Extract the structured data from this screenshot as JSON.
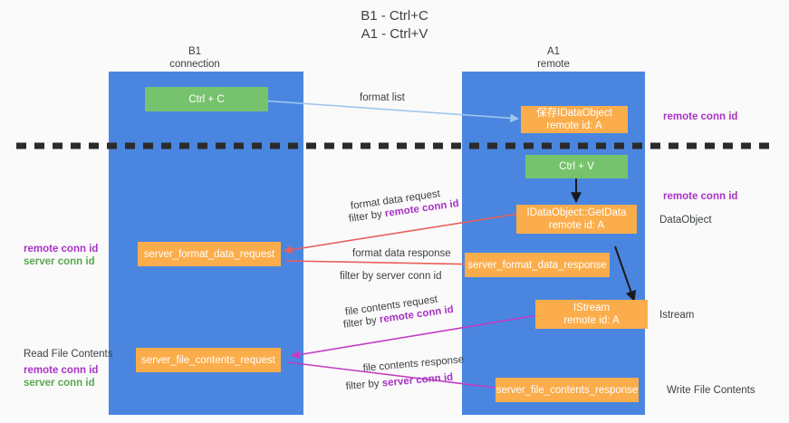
{
  "diagram": {
    "title": "B1 - Ctrl+C\nA1 - Ctrl+V",
    "background": "#fafafa",
    "lane_color": "#4a86e0",
    "green_color": "#77c36d",
    "orange_color": "#fbad4b",
    "purple_color": "#a933c6",
    "green_text_color": "#5aa750",
    "divider_color": "#3c4043"
  },
  "columns": [
    {
      "id": "b1",
      "header": "B1\nconnection"
    },
    {
      "id": "a1",
      "header": "A1\nremote"
    }
  ],
  "boxes": {
    "ctrl_c": "Ctrl + C",
    "ctrl_v": "Ctrl + V",
    "save_dataobject": "保存IDataObject\nremote id: A",
    "getdata": "IDataObject::GetData\nremote id: A",
    "server_format_data_request": "server_format_data_request",
    "server_format_data_response": "server_format_data_response",
    "istream": "IStream\nremote id: A",
    "server_file_contents_request": "server_file_contents_request",
    "server_file_contents_response": "server_file_contents_response"
  },
  "edge_labels": {
    "format_list": "format list",
    "format_data_request": "format data request",
    "format_data_request_filter_prefix": "filter by ",
    "format_data_request_filter_value": "remote conn id",
    "format_data_response": "format data response",
    "format_data_response_filter_prefix": "filter by ",
    "format_data_response_filter_value": "server conn id",
    "file_contents_request": "file contents request",
    "file_contents_request_filter_prefix": "filter by ",
    "file_contents_request_filter_value": "remote conn id",
    "file_contents_response": "file contents response",
    "file_contents_response_filter_prefix": "filter by ",
    "file_contents_response_filter_value": "server conn id"
  },
  "side_labels": {
    "right_remote_conn_id_top": "remote conn id",
    "right_remote_conn_id_mid": "remote conn id",
    "right_dataobject": "DataObject",
    "right_istream": "Istream",
    "right_write_file_contents": "Write File Contents",
    "left_remote_conn_id": "remote conn id",
    "left_server_conn_id": "server conn id",
    "left_read_file_contents": "Read File Contents",
    "left_remote_conn_id_2": "remote conn id",
    "left_server_conn_id_2": "server conn id"
  }
}
